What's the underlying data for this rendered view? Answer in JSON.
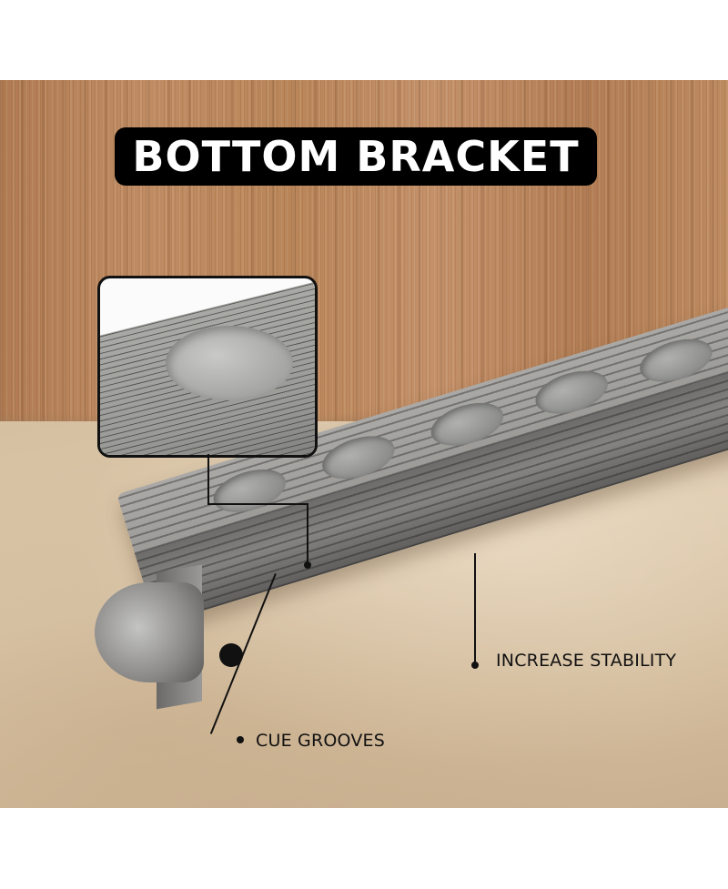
{
  "title": "BOTTOM BRACKET",
  "inset": {
    "subject": "close-up of cue groove"
  },
  "callouts": [
    {
      "id": "cue-grooves",
      "label": "CUE GROOVES"
    },
    {
      "id": "increase-stability",
      "label": "INCREASE STABILITY"
    }
  ],
  "colors": {
    "badge_bg": "#000000",
    "badge_text": "#ffffff",
    "callout_text": "#111111",
    "wall": "#b98559",
    "floor": "#d6c0a2",
    "bracket": "#9c9b98"
  }
}
